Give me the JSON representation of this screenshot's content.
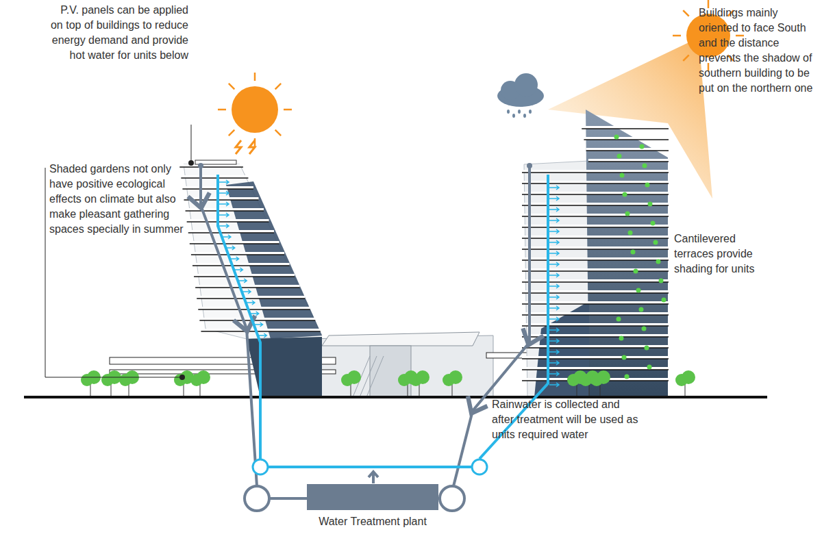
{
  "diagram": {
    "nodes": [
      {
        "text": [
          "Water Treatment plant"
        ]
      }
    ],
    "labels": [
      "P.V. panels can be applied on top of buildings to reduce energy demand and provide hot water for units below",
      "Shaded gardens not only have positive ecological effects on climate but also make pleasant gathering spaces specially in summer",
      "Buildings mainly oriented to face South and the distance prevents the shadow of southern building to be put on the northern one",
      "Cantilevered terraces provide shading for units",
      "Rainwater is collected and after treatment will be used as units required water"
    ]
  }
}
